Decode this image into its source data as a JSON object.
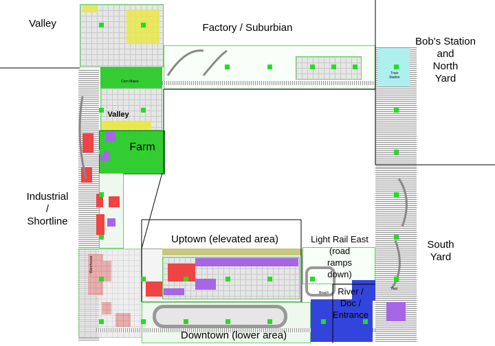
{
  "areas": {
    "valley_top": "Valley",
    "factory": "Factory / Suburbian",
    "bobs_station": "Bob's Station\nand\nNorth\nYard",
    "industrial": "Industrial\n/\nShortline",
    "valley_inner": "Valley",
    "farm": "Farm",
    "uptown": "Uptown (elevated area)",
    "light_rail": "Light Rail East\n(road\nramps\ndown)",
    "river": "River /\nDoc /\nEntrance",
    "south_yard": "South\nYard",
    "downtown": "Downtown (lower area)"
  },
  "small_labels": {
    "corn_maize": "Corn Maize",
    "train_station": "Train\nStation",
    "yard": "Yard",
    "warehouse": "Warehouse",
    "beach": "Beach"
  },
  "colors": {
    "green_block": "#33cc33",
    "dark_green": "#2a9a2a",
    "yellow": "#e8e84a",
    "purple": "#a666e6",
    "red": "#ee4444",
    "blue": "#3344dd",
    "cyan": "#aef0ee",
    "olive": "#c8c880"
  }
}
